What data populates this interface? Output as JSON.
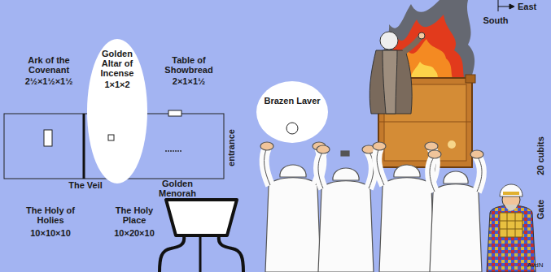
{
  "diagram": {
    "nodes": [
      {
        "text": [
          "Golden Altar of Incense",
          "1×1×2"
        ]
      },
      {
        "text": [
          "Brazen Laver"
        ]
      }
    ],
    "labels": [
      "Ark of the Covenant",
      "2½×1½×1½",
      "Table of Showbread",
      "2×1×1½",
      "entrance",
      "The Veil",
      "Golden Menorah",
      "The Holy of Holies",
      "10×10×10",
      "The Holy Place",
      "10×20×10",
      "East",
      "South",
      "Gate",
      "20 cubits",
      "AvdN"
    ]
  }
}
